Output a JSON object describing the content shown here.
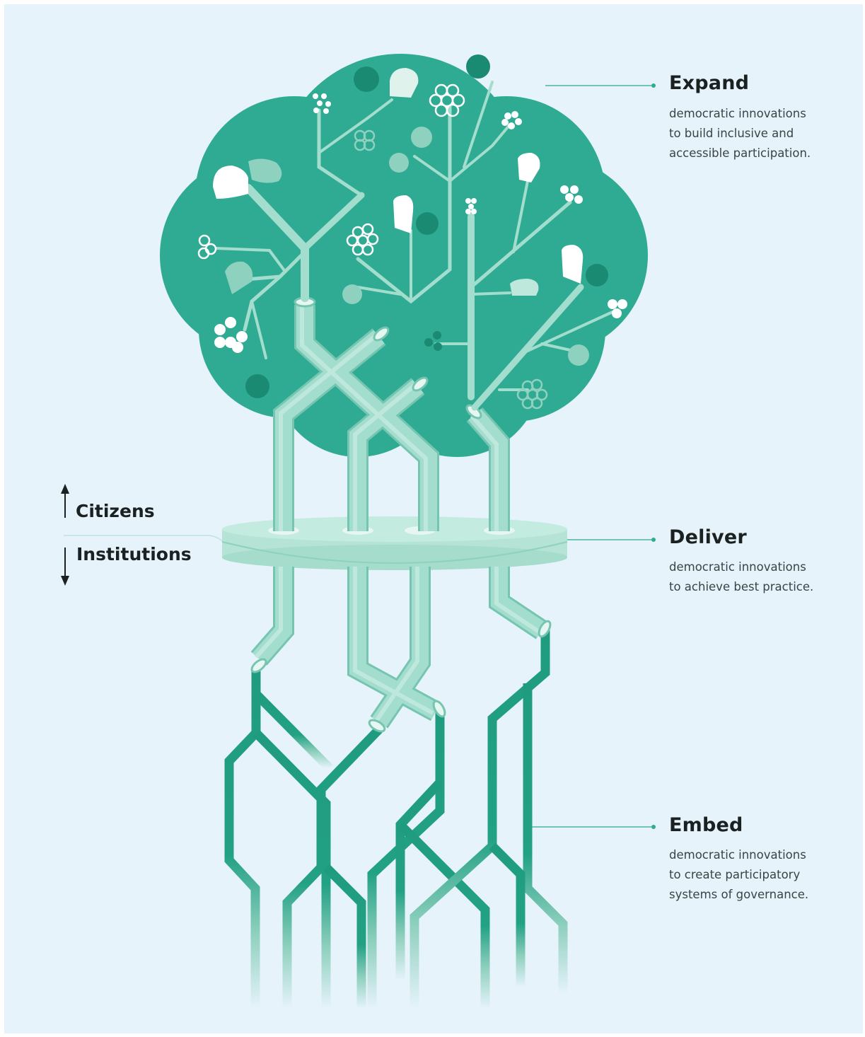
{
  "axis": {
    "up_label": "Citizens",
    "down_label": "Institutions"
  },
  "stages": [
    {
      "title": "Expand",
      "description": [
        "democratic innovations",
        "to build inclusive and",
        "accessible participation."
      ]
    },
    {
      "title": "Deliver",
      "description": [
        "democratic innovations",
        "to achieve best practice."
      ]
    },
    {
      "title": "Embed",
      "description": [
        "democratic innovations",
        "to create participatory",
        "systems of governance."
      ]
    }
  ],
  "colors": {
    "background": "#e6f3fb",
    "canopy": "#2fab94",
    "dark_node": "#1b8a72",
    "light_pipe": "#9ed8c8",
    "pipe_edge": "#75c5b0",
    "root": "#23a184",
    "connector": "#4fb5a0",
    "text": "#1b2121"
  },
  "icons": [
    "speech-bubble-icon",
    "node-cluster-icon",
    "dot-cluster-icon",
    "ring-cluster-icon"
  ]
}
